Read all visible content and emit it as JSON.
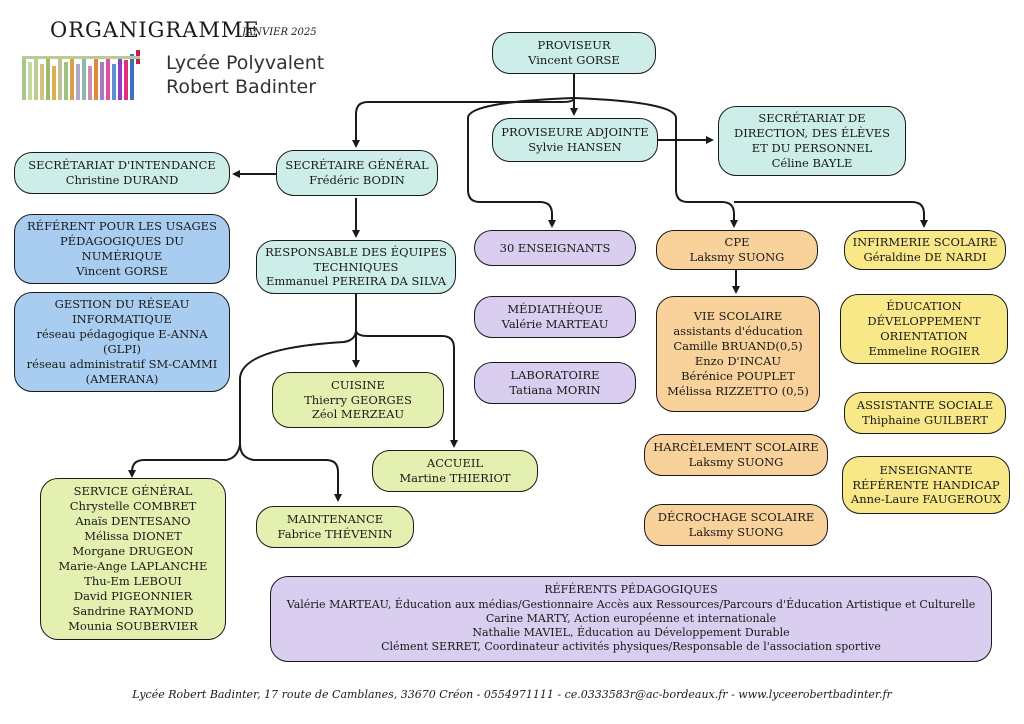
{
  "header": {
    "title": "ORGANIGRAMME",
    "date": "JANVIER 2025",
    "school_line1": "Lycée Polyvalent",
    "school_line2": "Robert Badinter"
  },
  "boxes": {
    "proviseur": [
      "PROVISEUR",
      "Vincent GORSE"
    ],
    "proviseure_adjointe": [
      "PROVISEURE ADJOINTE",
      "Sylvie HANSEN"
    ],
    "secretariat_direction": [
      "SECRÉTARIAT DE",
      "DIRECTION, DES ÉLÈVES",
      "ET DU PERSONNEL",
      "Céline BAYLE"
    ],
    "secretaire_general": [
      "SECRÉTAIRE GÉNÉRAL",
      "Frédéric BODIN"
    ],
    "secretariat_intendance": [
      "SECRÉTARIAT D'INTENDANCE",
      "Christine DURAND"
    ],
    "referent_numerique": [
      "RÉFÉRENT POUR LES USAGES",
      "PÉDAGOGIQUES DU",
      "NUMÉRIQUE",
      "Vincent GORSE"
    ],
    "gestion_reseau": [
      "GESTION DU RÉSEAU",
      "INFORMATIQUE",
      "réseau pédagogique E-ANNA",
      "(GLPI)",
      "réseau administratif SM-CAMMI",
      "(AMERANA)"
    ],
    "responsable_equipes": [
      "RESPONSABLE DES ÉQUIPES",
      "TECHNIQUES",
      "Emmanuel PEREIRA DA SILVA"
    ],
    "cuisine": [
      "CUISINE",
      "Thierry GEORGES",
      "Zéol MERZEAU"
    ],
    "accueil": [
      "ACCUEIL",
      "Martine THIERIOT"
    ],
    "service_general": [
      "SERVICE GÉNÉRAL",
      "Chrystelle COMBRET",
      "Anaïs DENTESANO",
      "Mélissa DIONET",
      "Morgane DRUGEON",
      "Marie-Ange LAPLANCHE",
      "Thu-Em LEBOUI",
      "David PIGEONNIER",
      "Sandrine RAYMOND",
      "Mounia SOUBERVIER"
    ],
    "maintenance": [
      "MAINTENANCE",
      "Fabrice THÉVENIN"
    ],
    "enseignants": [
      "30 ENSEIGNANTS"
    ],
    "mediatheque": [
      "MÉDIATHÈQUE",
      "Valérie MARTEAU"
    ],
    "laboratoire": [
      "LABORATOIRE",
      "Tatiana MORIN"
    ],
    "cpe": [
      "CPE",
      "Laksmy SUONG"
    ],
    "vie_scolaire": [
      "VIE SCOLAIRE",
      "assistants d'éducation",
      "Camille BRUAND(0,5)",
      "Enzo D'INCAU",
      "Bérénice POUPLET",
      "Mélissa RIZZETTO (0,5)"
    ],
    "harcelement": [
      "HARCÈLEMENT SCOLAIRE",
      "Laksmy SUONG"
    ],
    "decrochage": [
      "DÉCROCHAGE SCOLAIRE",
      "Laksmy SUONG"
    ],
    "infirmerie": [
      "INFIRMERIE SCOLAIRE",
      "Géraldine DE NARDI"
    ],
    "orientation": [
      "ÉDUCATION",
      "DÉVELOPPEMENT",
      "ORIENTATION",
      "Emmeline ROGIER"
    ],
    "assistante_sociale": [
      "ASSISTANTE SOCIALE",
      "Thiphaine GUILBERT"
    ],
    "handicap": [
      "ENSEIGNANTE",
      "RÉFÉRENTE HANDICAP",
      "Anne-Laure FAUGEROUX"
    ],
    "referents": [
      "RÉFÉRENTS PÉDAGOGIQUES",
      "Valérie MARTEAU, Éducation aux médias/Gestionnaire Accès aux Ressources/Parcours d'Éducation Artistique et Culturelle",
      "Carine MARTY, Action européenne et internationale",
      "Nathalie MAVIEL, Éducation au Développement Durable",
      "Clément SERRET, Coordinateur activités physiques/Responsable de l'association sportive"
    ]
  },
  "footer": "Lycée Robert Badinter, 17 route de Camblanes, 33670 Créon - 0554971111 - ce.0333583r@ac-bordeaux.fr - www.lyceerobertbadinter.fr",
  "colors": {
    "direction": "#cdeee8",
    "numerique": "#a8cdf0",
    "technique": "#e3f0b0",
    "pedagogie": "#d9cdf0",
    "vie_scolaire": "#f8d29a",
    "sante_social": "#f8e888"
  },
  "logo_icon": "mosaic-logo-icon"
}
